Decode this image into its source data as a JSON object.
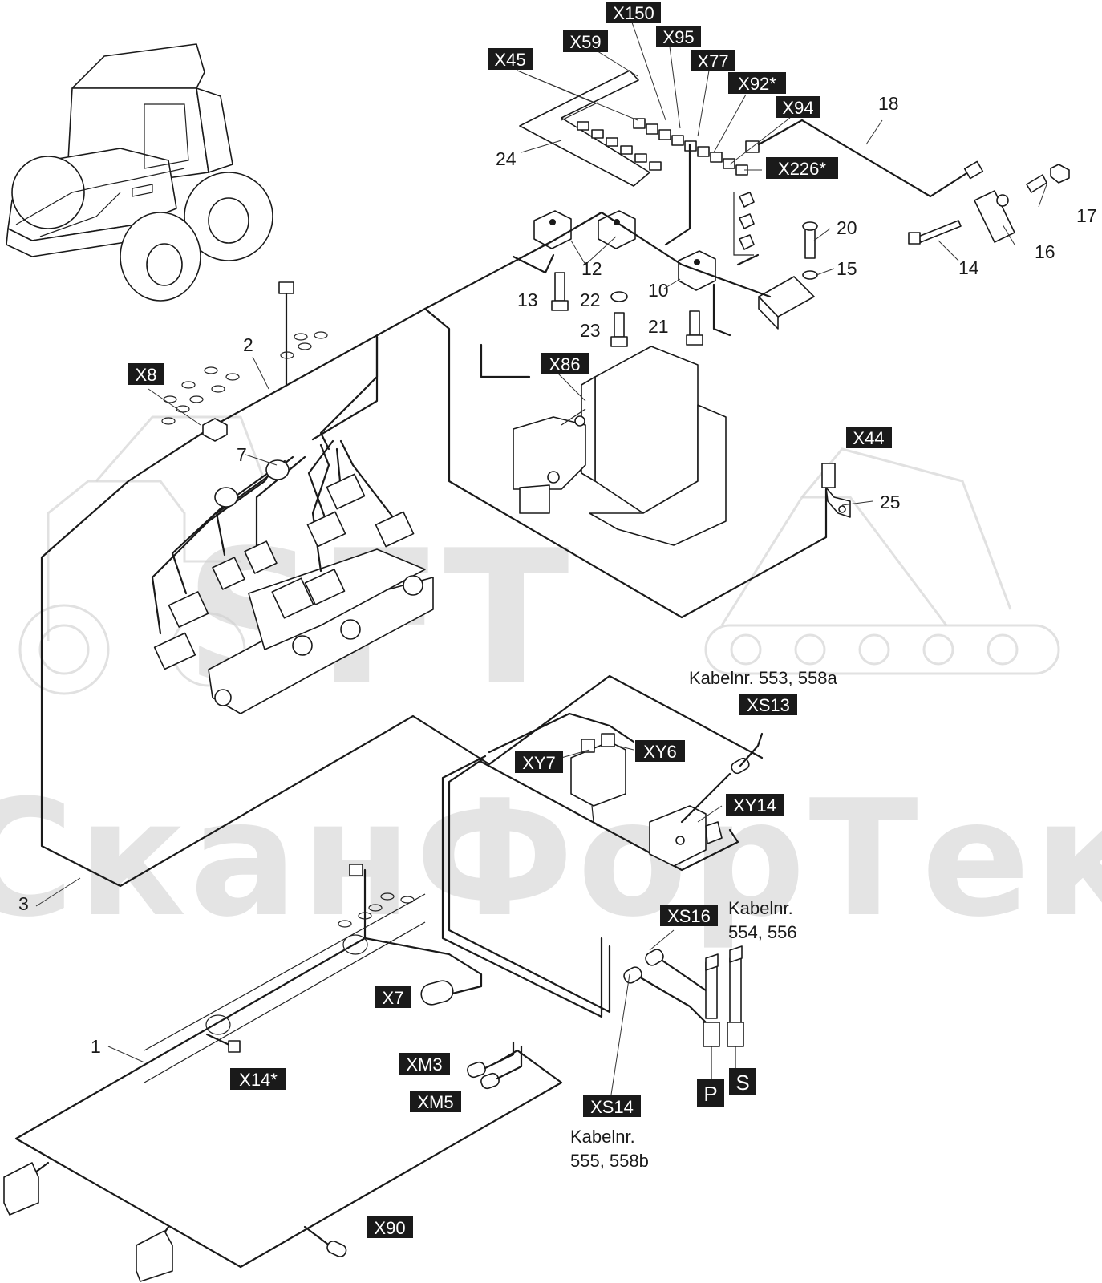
{
  "watermark": {
    "logo_text": "SFT",
    "company_text": "СканФорТек"
  },
  "connector_tags": [
    "X150",
    "X95",
    "X59",
    "X45",
    "X77",
    "X92*",
    "X94",
    "X226*",
    "X8",
    "X86",
    "X44",
    "XS13",
    "XY7",
    "XY6",
    "XY14",
    "XS16",
    "X7",
    "X14*",
    "XM3",
    "XM5",
    "XS14",
    "X90"
  ],
  "part_numbers": [
    "1",
    "2",
    "3",
    "7",
    "10",
    "12",
    "13",
    "14",
    "15",
    "16",
    "17",
    "18",
    "20",
    "21",
    "22",
    "23",
    "24",
    "25"
  ],
  "cable_notes": {
    "xs13": "Kabelnr. 553, 558a",
    "xs16_line1": "Kabelnr.",
    "xs16_line2": "554, 556",
    "xs14_line1": "Kabelnr.",
    "xs14_line2": "555, 558b"
  },
  "port_labels": [
    "P",
    "S"
  ]
}
